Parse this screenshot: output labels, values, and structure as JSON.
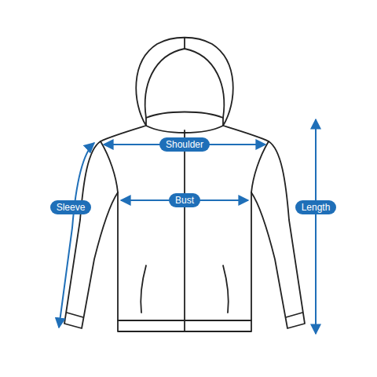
{
  "diagram": {
    "nodes": [
      {
        "text": [
          "Shoulder"
        ]
      },
      {
        "text": [
          "Bust"
        ]
      },
      {
        "text": [
          "Sleeve"
        ]
      },
      {
        "text": [
          "Length"
        ]
      }
    ]
  }
}
